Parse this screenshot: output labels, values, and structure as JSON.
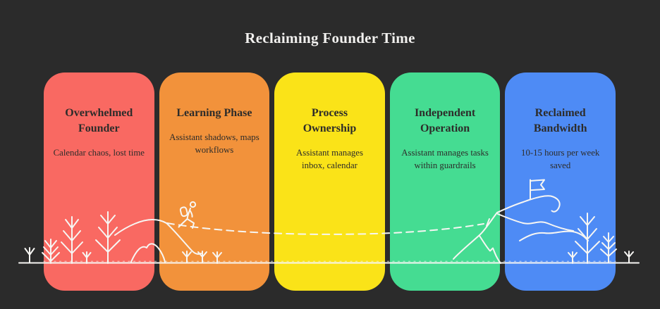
{
  "title": "Reclaiming Founder Time",
  "theme": {
    "background": "#2B2B2B",
    "title_color": "#F2F1EF",
    "card_text": "#2D2C2A",
    "line_color": "#F7F6F3"
  },
  "stages": [
    {
      "title": "Overwhelmed\nFounder",
      "description": "Calendar chaos, lost time",
      "color": "#F96962"
    },
    {
      "title": "Learning Phase",
      "description": "Assistant shadows, maps\nworkflows",
      "color": "#F2923B"
    },
    {
      "title": "Process\nOwnership",
      "description": "Assistant manages\ninbox, calendar",
      "color": "#FAE318"
    },
    {
      "title": "Independent\nOperation",
      "description": "Assistant manages tasks\nwithin guardrails",
      "color": "#45DC92"
    },
    {
      "title": "Reclaimed\nBandwidth",
      "description": "10-15 hours per week\nsaved",
      "color": "#4E8BF5"
    }
  ],
  "illustration": {
    "elements": [
      "ground-line",
      "sprouts",
      "pine-trees",
      "hills",
      "hiker-with-backpack",
      "dashed-trail",
      "mountain",
      "summit-flag"
    ]
  }
}
